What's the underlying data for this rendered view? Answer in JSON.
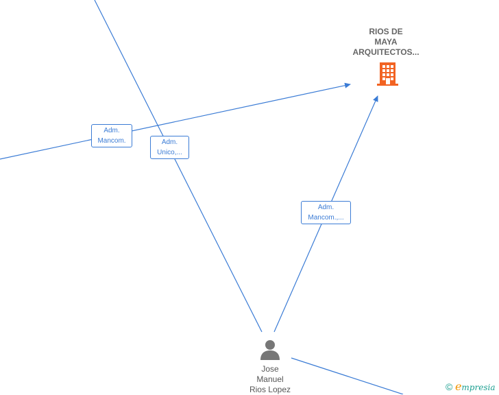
{
  "company": {
    "name_lines": [
      "RIOS DE",
      "MAYA",
      "ARQUITECTOS..."
    ],
    "icon": "building-icon",
    "color": "#f26322"
  },
  "person": {
    "name_lines": [
      "Jose",
      "Manuel",
      "Rios Lopez"
    ],
    "icon": "person-icon",
    "color": "#777777"
  },
  "edges": [
    {
      "label_lines": [
        "Adm.",
        "Mancom."
      ]
    },
    {
      "label_lines": [
        "Adm.",
        "Unico,..."
      ]
    },
    {
      "label_lines": [
        "Adm.",
        "Mancom.,..."
      ]
    }
  ],
  "edge_color": "#3a7bd5",
  "brand": {
    "copyright": "©",
    "initial": "e",
    "rest": "mpresia"
  }
}
